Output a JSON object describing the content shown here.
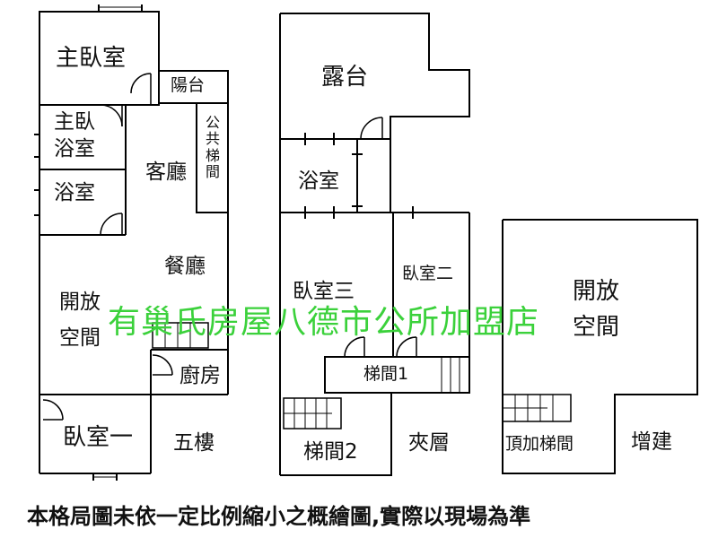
{
  "floor5": {
    "master_bedroom": "主臥室",
    "balcony": "陽台",
    "master_bath_line1": "主臥",
    "master_bath_line2": "浴室",
    "bathroom": "浴室",
    "living_room": "客廳",
    "public_stairs_chars": [
      "公",
      "共",
      "梯",
      "間"
    ],
    "dining_room": "餐廳",
    "open_space_line1": "開放",
    "open_space_line2": "空間",
    "kitchen": "廚房",
    "bedroom1": "臥室一",
    "floor_label": "五樓"
  },
  "mezzanine": {
    "terrace": "露台",
    "bathroom": "浴室",
    "bedroom3": "臥室三",
    "bedroom2": "臥室二",
    "stairs1": "梯間1",
    "stairs2": "梯間2",
    "floor_label": "夾層"
  },
  "rooftop": {
    "open_space_line1": "開放",
    "open_space_line2": "空間",
    "roof_stairs": "頂加梯間",
    "extension": "增建"
  },
  "watermark": "有巢氏房屋八德市公所加盟店",
  "disclaimer": "本格局圖未依一定比例縮小之概繪圖,實際以現場為準",
  "colors": {
    "walls": "#000000",
    "watermark": "#3bd13b",
    "background": "#ffffff"
  }
}
